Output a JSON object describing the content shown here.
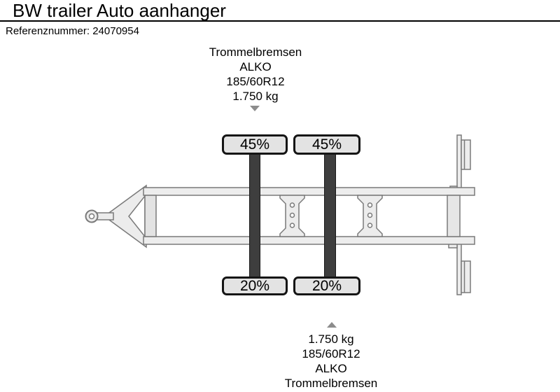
{
  "header": {
    "title": "BW trailer Auto aanhanger",
    "reference": "Referenznummer: 24070954"
  },
  "diagram": {
    "axle1": {
      "specs": [
        "Trommelbremsen",
        "ALKO",
        "185/60R12",
        "1.750 kg"
      ],
      "tire_top_wear": "45%",
      "tire_bottom_wear": "20%"
    },
    "axle2": {
      "specs": [
        "1.750 kg",
        "185/60R12",
        "ALKO",
        "Trommelbremsen"
      ],
      "tire_top_wear": "45%",
      "tire_bottom_wear": "20%"
    },
    "colors": {
      "axle_bar": "#3e3e3e",
      "part_outline": "#7a7a7a",
      "part_fill": "#ececec",
      "tire_box_fill": "#e3e3e3",
      "tire_box_border": "#151515",
      "arrow": "#8c8c8c"
    }
  }
}
